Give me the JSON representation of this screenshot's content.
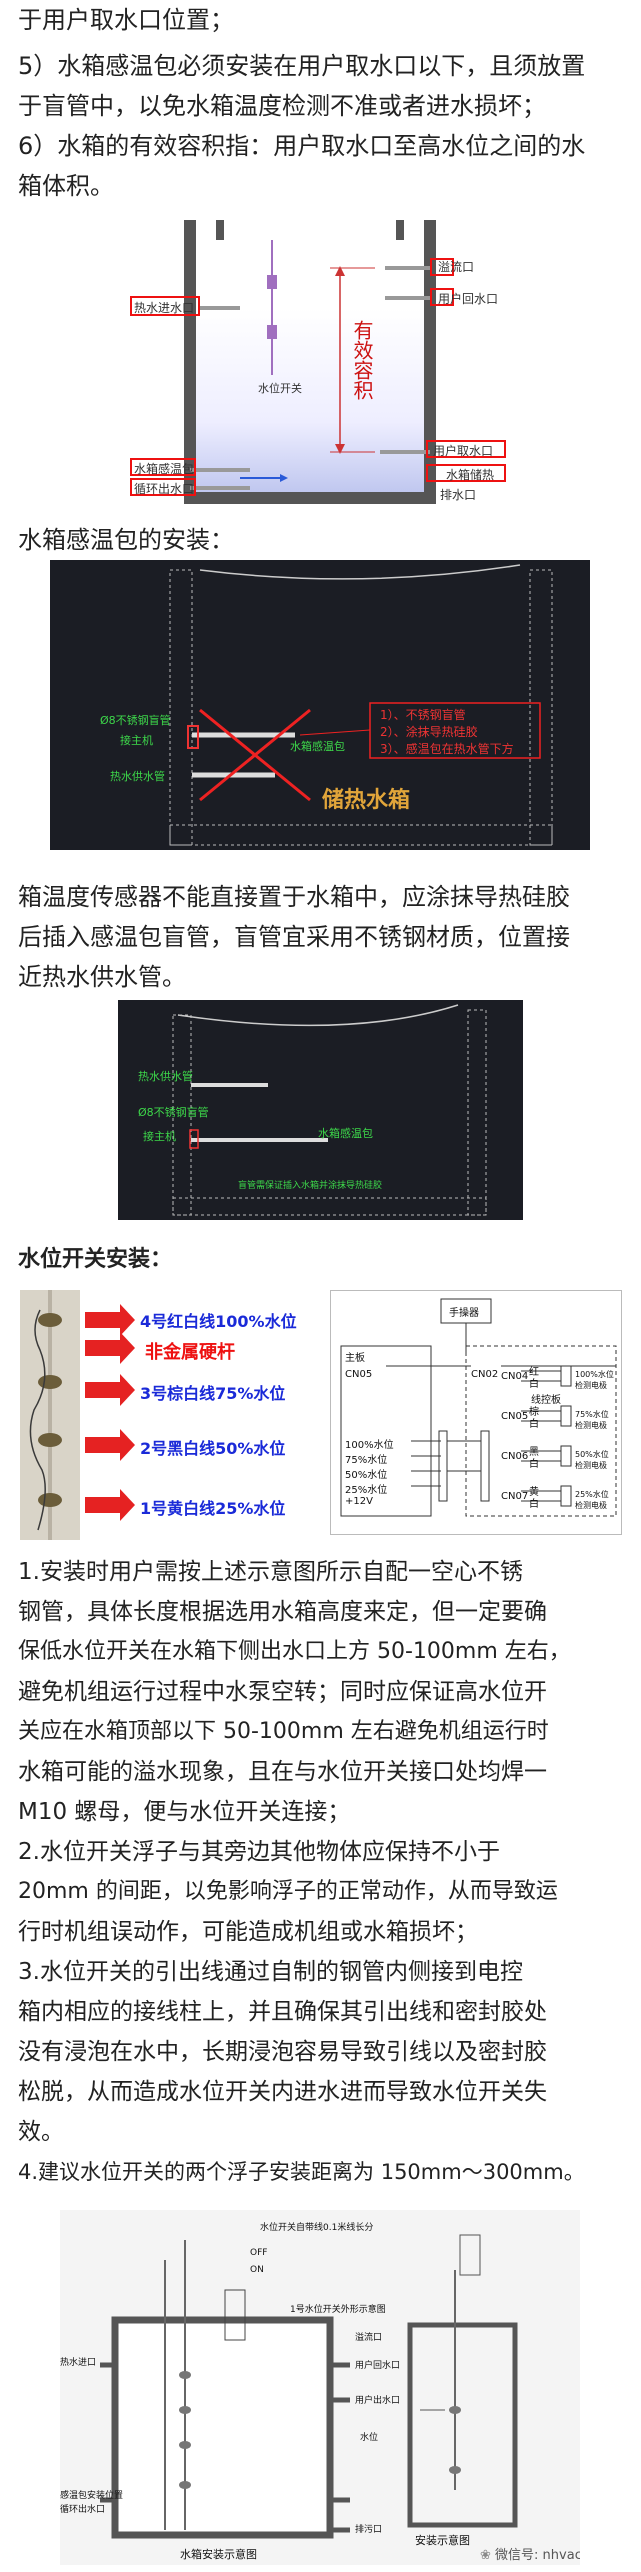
{
  "intro_lines": [
    "于用户取水口位置；",
    "5）水箱感温包必须安装在用户取水口以下，且须放置",
    "于盲管中，以免水箱温度检测不准或者进水损坏；",
    "6）水箱的有效容积指：用户取水口至高水位之间的水",
    "箱体积。"
  ],
  "fig1": {
    "hot_inlet": "热水进水口",
    "overflow": "溢流口",
    "user_return": "用户回水口",
    "float_switch": "水位开关",
    "effective_volume": "有效容积",
    "user_outlet": "用户取水口",
    "sensor": "水箱感温包",
    "circulation_out": "循环出水口",
    "tank_heat": "水箱储热",
    "drain": "排水口"
  },
  "sensor_heading": "水箱感温包的安装：",
  "fig2": {
    "pipe8": "Ø8不锈钢盲管",
    "connect_host": "接主机",
    "sensor_bulb": "水箱感温包",
    "hot_water_supply": "热水供水管",
    "notes": [
      "1）、不锈钢盲管",
      "2）、涂抹导热硅胶",
      "3）、感温包在热水管下方"
    ],
    "tank_label": "储热水箱"
  },
  "sensor_para_lines": [
    "箱温度传感器不能直接置于水箱中，应涂抹导热硅胶",
    "后插入感温包盲管，盲管宜采用不锈钢材质，位置接",
    "近热水供水管。"
  ],
  "fig3": {
    "hot_water_supply": "热水供水管",
    "pipe8": "Ø8不锈钢盲管",
    "connect_host": "接主机",
    "sensor_bulb": "水箱感温包",
    "note": "盲管需保证插入水箱并涂抹导热硅胶"
  },
  "float_heading": "水位开关安装：",
  "fig4": {
    "line4": "4号红白线100%水位",
    "rod": "非金属硬杆",
    "line3": "3号棕白线75%水位",
    "line2": "2号黑白线50%水位",
    "line1": "1号黄白线25%水位"
  },
  "fig5": {
    "operator": "手操器",
    "mainboard": "主板",
    "cn05": "CN05",
    "cn02": "CN02",
    "cn04": "CN04",
    "cn05b": "CN05",
    "cn06": "CN06",
    "cn07": "CN07",
    "levels": [
      "100%水位",
      "75%水位",
      "50%水位",
      "25%水位",
      "+12V"
    ],
    "colors": [
      "红",
      "白",
      "棕",
      "白",
      "黑",
      "白",
      "黄",
      "白"
    ],
    "sensors": [
      "100%水位\n检测电极",
      "75%水位\n检测电极",
      "50%水位\n检测电极",
      "25%水位\n检测电极"
    ],
    "panel": "线控板"
  },
  "float_para_lines": [
    "1.安装时用户需按上述示意图所示自配一空心不锈",
    "钢管，具体长度根据选用水箱高度来定，但一定要确",
    "保低水位开关在水箱下侧出水口上方 50-100mm 左右，",
    "避免机组运行过程中水泵空转；同时应保证高水位开",
    "关应在水箱顶部以下 50-100mm 左右避免机组运行时",
    "水箱可能的溢水现象，且在与水位开关接口处均焊一",
    "M10 螺母，便与水位开关连接；",
    "2.水位开关浮子与其旁边其他物体应保持不小于",
    "20mm 的间距，以免影响浮子的正常动作，从而导致运",
    "行时机组误动作，可能造成机组或水箱损坏；",
    "3.水位开关的引出线通过自制的钢管内侧接到电控",
    "箱内相应的接线柱上，并且确保其引出线和密封胶处",
    "没有浸泡在水中，长期浸泡容易导致引线以及密封胶",
    "松脱，从而造成水位开关内进水进而导致水位开关失",
    "效。",
    "4.建议水位开关的两个浮子安装距离为 150mm～300mm。"
  ],
  "fig6": {
    "top_note": "水位开关自带线0.1米线长分",
    "off": "OFF",
    "on": "ON",
    "diagram_title": "1号水位开关外形示意图",
    "hot_inlet": "热水进口",
    "overflow": "溢流口",
    "user_return": "用户回水口",
    "user_outlet": "用户出水口",
    "level": "水位",
    "sensor": "感温包安装位置",
    "circ": "循环出水口",
    "drain": "排污口",
    "caption_left": "水箱安装示意图",
    "caption_right": "安装示意图",
    "watermark": "微信号: nhvaca"
  }
}
